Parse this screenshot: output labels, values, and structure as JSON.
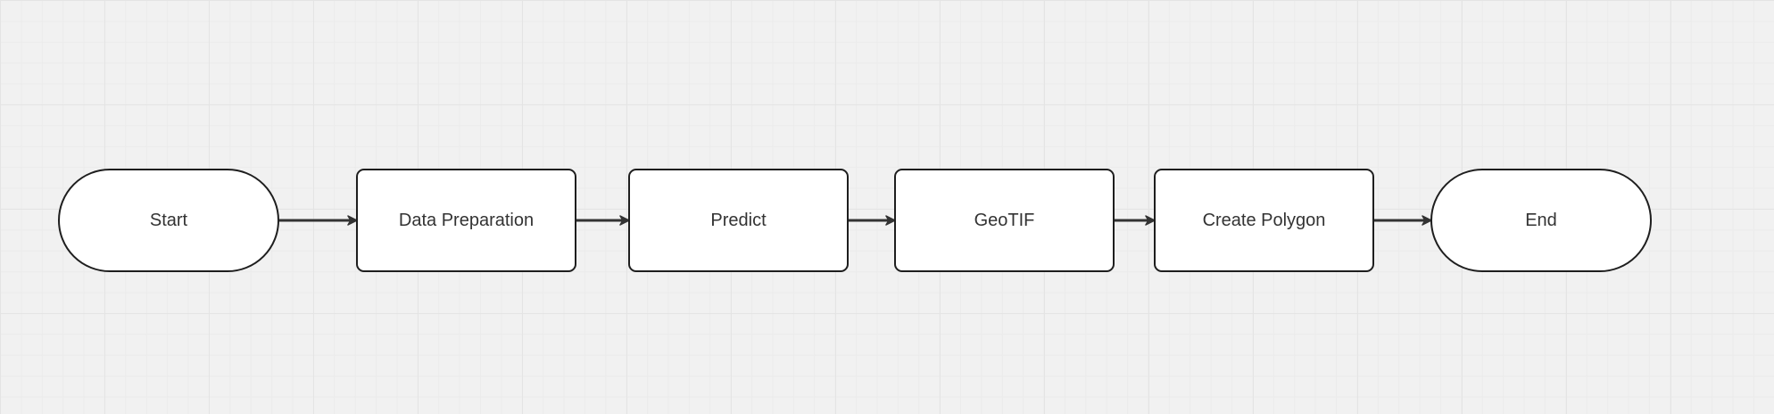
{
  "diagram": {
    "nodes": [
      {
        "id": "start",
        "shape": "terminal",
        "label": "Start"
      },
      {
        "id": "data_preparation",
        "shape": "process",
        "label": "Data Preparation"
      },
      {
        "id": "predict",
        "shape": "process",
        "label": "Predict"
      },
      {
        "id": "geotif",
        "shape": "process",
        "label": "GeoTIF"
      },
      {
        "id": "create_polygon",
        "shape": "process",
        "label": "Create Polygon"
      },
      {
        "id": "end",
        "shape": "terminal",
        "label": "End"
      }
    ],
    "edges": [
      {
        "from": "start",
        "to": "data_preparation"
      },
      {
        "from": "data_preparation",
        "to": "predict"
      },
      {
        "from": "predict",
        "to": "geotif"
      },
      {
        "from": "geotif",
        "to": "create_polygon"
      },
      {
        "from": "create_polygon",
        "to": "end"
      }
    ],
    "colors": {
      "background": "#f1f1f1",
      "node_fill": "#ffffff",
      "stroke": "#1e1e1e",
      "text": "#333333",
      "edge": "#333333"
    }
  }
}
